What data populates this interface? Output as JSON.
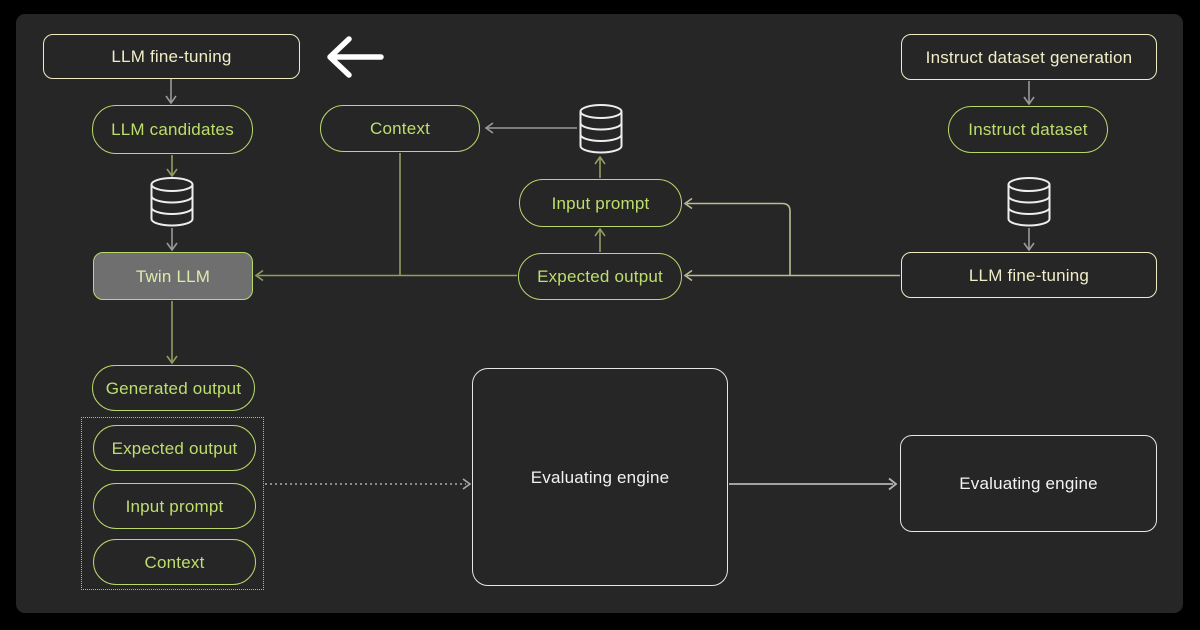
{
  "diagram": {
    "description": "LLM Twin fine-tuning and evaluation pipeline flowchart",
    "colors": {
      "background": "#000000",
      "panel": "#262626",
      "accent_green": "#b9d86a",
      "accent_cream": "#efecc4",
      "connector_olive": "#8f9e5f",
      "connector_tan": "#bdbb92",
      "connector_gray": "#9a9a9a",
      "twin_llm_fill": "#6f6f6f",
      "white_box_border": "#e6e6e6"
    },
    "icons": [
      "database-icon",
      "back-arrow-icon"
    ],
    "nodes": {
      "llm_fine_tuning_left": "LLM fine-tuning",
      "llm_candidates": "LLM candidates",
      "twin_llm": "Twin LLM",
      "generated_output": "Generated output",
      "group_expected_output": "Expected output",
      "group_input_prompt": "Input prompt",
      "group_context": "Context",
      "context": "Context",
      "input_prompt": "Input prompt",
      "expected_output": "Expected output",
      "evaluating_engine_main": "Evaluating engine",
      "evaluating_engine_right": "Evaluating engine",
      "instruct_dataset_generation": "Instruct dataset generation",
      "instruct_dataset": "Instruct dataset",
      "llm_fine_tuning_right": "LLM fine-tuning"
    }
  }
}
